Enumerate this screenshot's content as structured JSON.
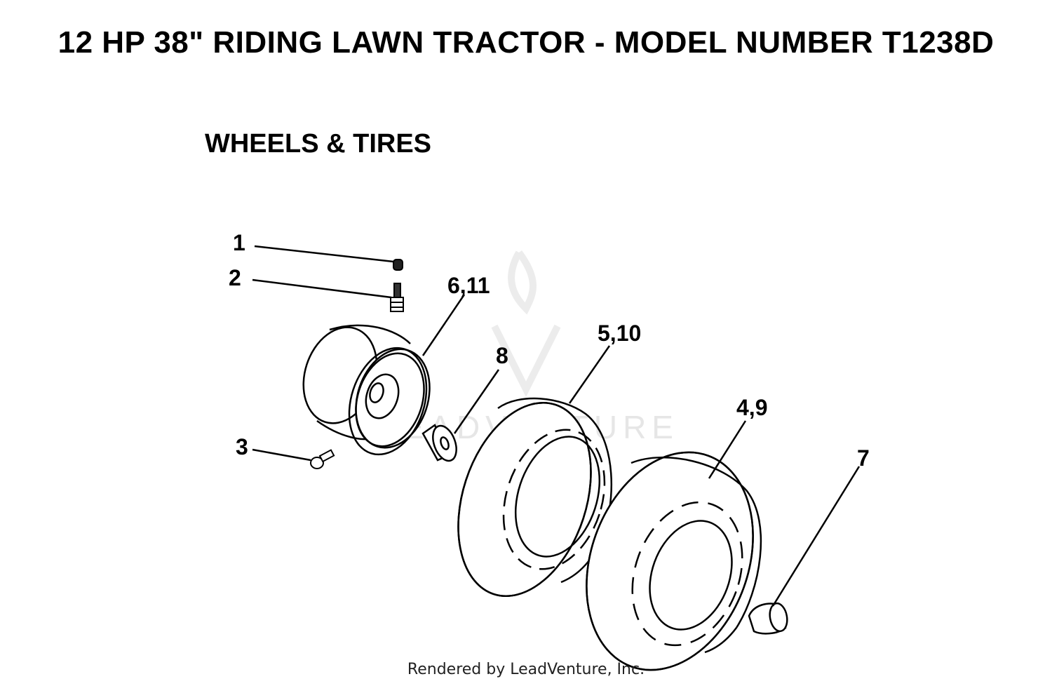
{
  "header": {
    "title": "12 HP 38\" RIDING LAWN TRACTOR - MODEL NUMBER T1238D",
    "section": "WHEELS & TIRES"
  },
  "callouts": [
    {
      "id": "1",
      "label": "1",
      "part": "valve-cap"
    },
    {
      "id": "2",
      "label": "2",
      "part": "valve-stem"
    },
    {
      "id": "3",
      "label": "3",
      "part": "bolt"
    },
    {
      "id": "6_11",
      "label": "6,11",
      "part": "rim"
    },
    {
      "id": "8",
      "label": "8",
      "part": "bushing"
    },
    {
      "id": "5_10",
      "label": "5,10",
      "part": "tire-front"
    },
    {
      "id": "4_9",
      "label": "4,9",
      "part": "tire-rear"
    },
    {
      "id": "7",
      "label": "7",
      "part": "hub-cap"
    }
  ],
  "watermark": {
    "text": "LEADVENTURE"
  },
  "footer": {
    "text": "Rendered by LeadVenture, Inc."
  },
  "colors": {
    "line": "#000000",
    "watermark": "#e6e6e6",
    "background": "#ffffff"
  }
}
